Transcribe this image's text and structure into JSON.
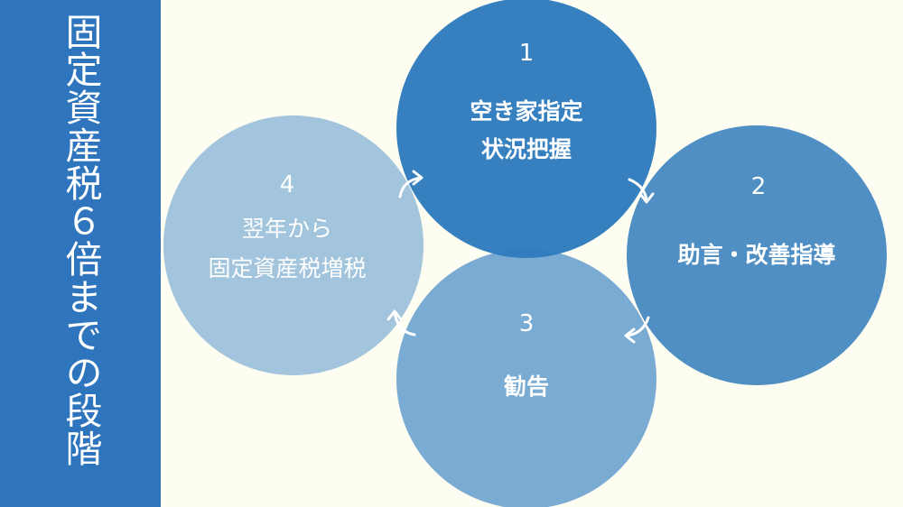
{
  "sidebar": {
    "title": "固定資産税６倍までの段階",
    "background_color": "#2e75bd"
  },
  "steps": [
    {
      "number": "1",
      "line1": "空き家指定",
      "line2": "状況把握",
      "color": "#2f7bbd"
    },
    {
      "number": "2",
      "line1": "助言・改善指導",
      "line2": "",
      "color": "#4f8fc4"
    },
    {
      "number": "3",
      "line1": "勧告",
      "line2": "",
      "color": "#7aabd3"
    },
    {
      "number": "4",
      "line1": "翌年から",
      "line2": "固定資産税増税",
      "color": "#a2c4dc"
    }
  ],
  "background_color": "#fdfdf2"
}
